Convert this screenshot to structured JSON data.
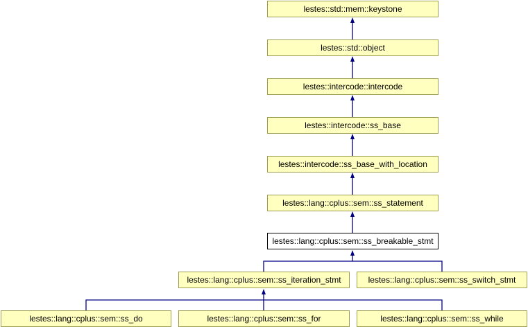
{
  "nodes": {
    "keystone": "lestes::std::mem::keystone",
    "object": "lestes::std::object",
    "intercode": "lestes::intercode::intercode",
    "ss_base": "lestes::intercode::ss_base",
    "ss_base_with_location": "lestes::intercode::ss_base_with_location",
    "ss_statement": "lestes::lang::cplus::sem::ss_statement",
    "ss_breakable_stmt": "lestes::lang::cplus::sem::ss_breakable_stmt",
    "ss_iteration_stmt": "lestes::lang::cplus::sem::ss_iteration_stmt",
    "ss_switch_stmt": "lestes::lang::cplus::sem::ss_switch_stmt",
    "ss_do": "lestes::lang::cplus::sem::ss_do",
    "ss_for": "lestes::lang::cplus::sem::ss_for",
    "ss_while": "lestes::lang::cplus::sem::ss_while"
  },
  "colors": {
    "edge": "#000080",
    "node_fill": "#ffffc0",
    "node_border": "#9c9c50"
  }
}
